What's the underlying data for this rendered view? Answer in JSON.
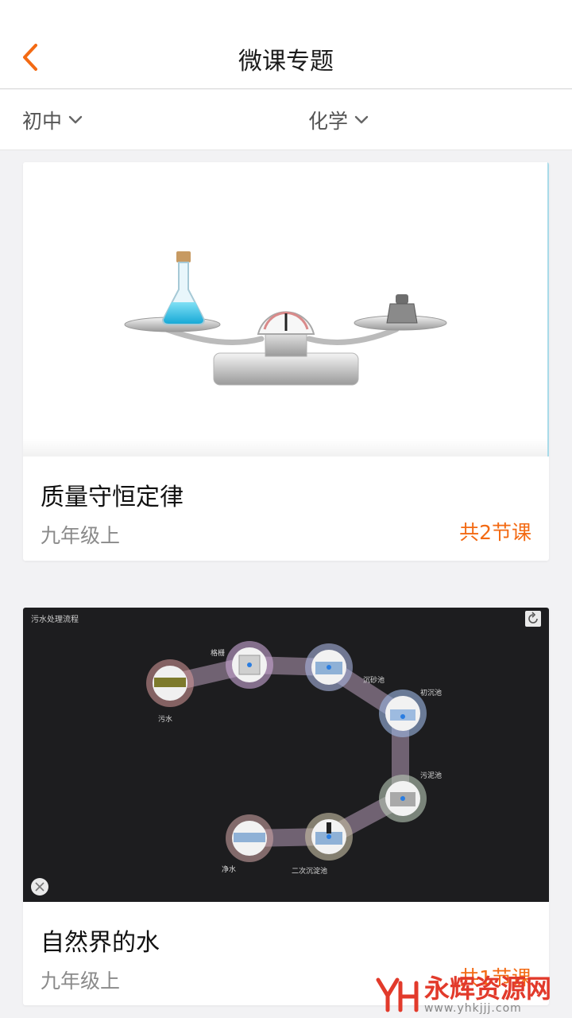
{
  "header": {
    "title": "微课专题"
  },
  "filters": [
    {
      "label": "初中"
    },
    {
      "label": "化学"
    }
  ],
  "cards": [
    {
      "title": "质量守恒定律",
      "grade": "九年级上",
      "count": "共2节课"
    },
    {
      "title": "自然界的水",
      "grade": "九年级上",
      "count": "共1节课",
      "diagram_title": "污水处理流程",
      "nodes": [
        "污水",
        "格栅",
        "沉砂池",
        "初沉池",
        "污泥池",
        "二次沉淀池",
        "净水"
      ]
    }
  ],
  "watermark": {
    "brand": "永辉资源网",
    "url": "www.yhkjjj.com"
  },
  "colors": {
    "accent": "#f36a13",
    "watermark": "#e23a2b"
  }
}
